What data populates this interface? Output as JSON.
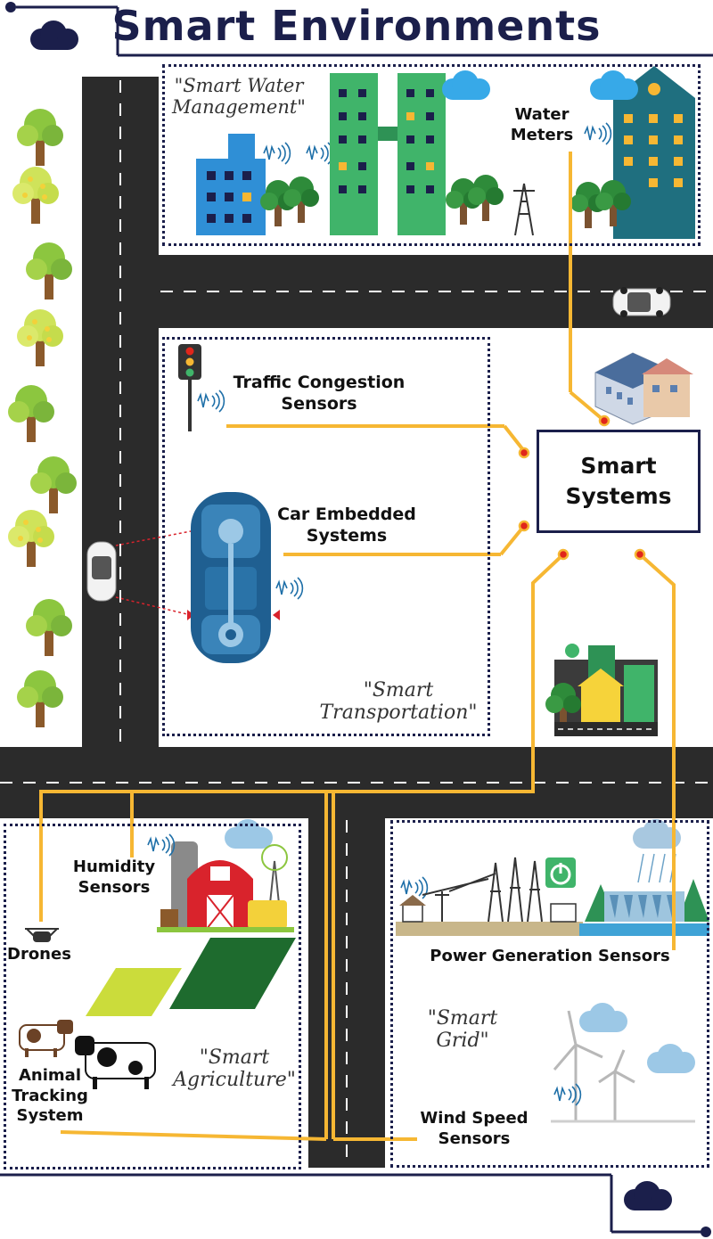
{
  "title": "Smart Environments",
  "hub": {
    "line1": "Smart",
    "line2": "Systems"
  },
  "zones": {
    "water": {
      "quote_line1": "\"Smart Water",
      "quote_line2": "Management\"",
      "sensor_line1": "Water",
      "sensor_line2": "Meters"
    },
    "transportation": {
      "quote_line1": "\"Smart",
      "quote_line2": "Transportation\"",
      "traffic_line1": "Traffic Congestion",
      "traffic_line2": "Sensors",
      "car_line1": "Car Embedded",
      "car_line2": "Systems"
    },
    "agriculture": {
      "quote_line1": "\"Smart",
      "quote_line2": "Agriculture\"",
      "humidity_line1": "Humidity",
      "humidity_line2": "Sensors",
      "drones": "Drones",
      "animal_line1": "Animal",
      "animal_line2": "Tracking",
      "animal_line3": "System"
    },
    "grid": {
      "quote_line1": "\"Smart",
      "quote_line2": "Grid\"",
      "power": "Power Generation Sensors",
      "wind_line1": "Wind Speed",
      "wind_line2": "Sensors"
    }
  },
  "colors": {
    "navy": "#1b1f4b",
    "connector": "#f6b733",
    "road": "#2b2b2b",
    "node": "#e0261b"
  },
  "icons": [
    "cloud-icon",
    "building-icon",
    "tree-icon",
    "traffic-light-icon",
    "car-icon",
    "barn-icon",
    "cow-icon",
    "drone-icon",
    "wind-turbine-icon",
    "power-tower-icon",
    "dam-icon",
    "signal-icon"
  ]
}
